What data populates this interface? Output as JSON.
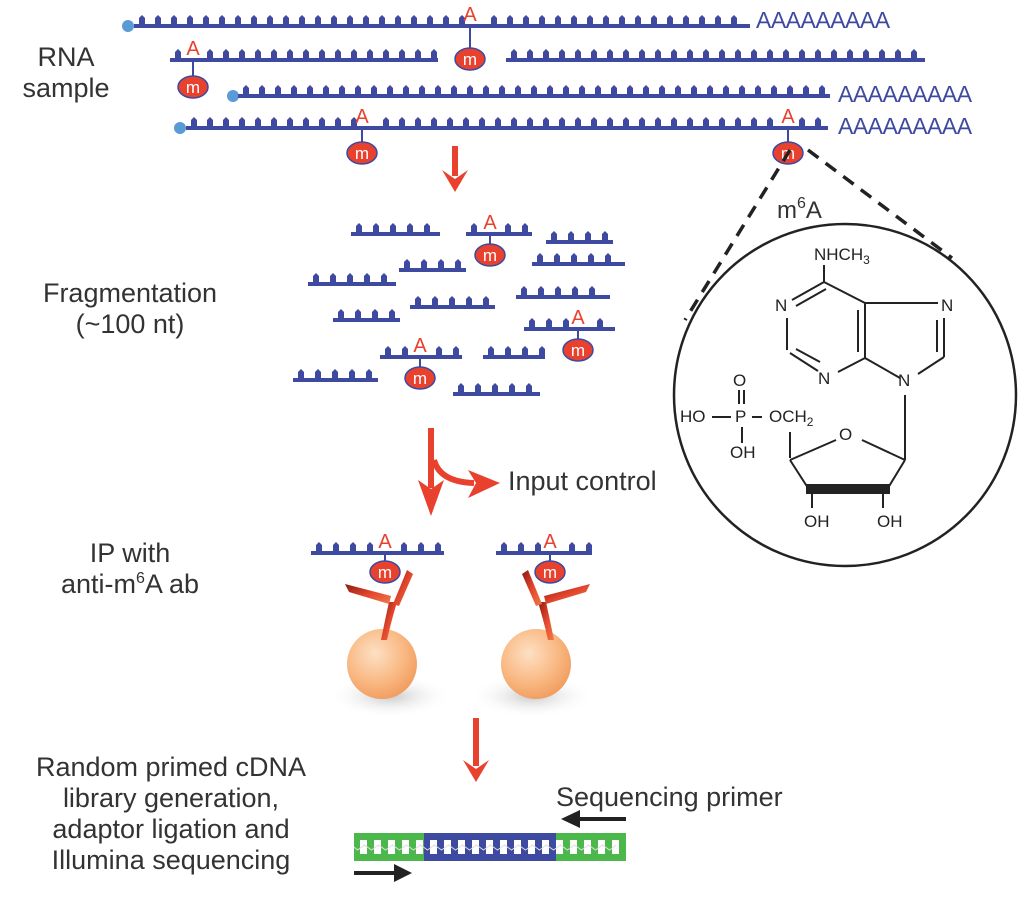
{
  "figure": {
    "title": "m6A-seq (MeRIP-seq) workflow",
    "colors": {
      "rna_strand": "#3d4aa0",
      "methyl_mark": "#e8412e",
      "cap_dot": "#5b9bd5",
      "arrow": "#e8412e",
      "adaptor": "#4cb84c",
      "insert": "#3d4aa0",
      "primer_arrow": "#222222",
      "text": "#333333",
      "bead": "#f7b07a"
    }
  },
  "steps": {
    "rna_sample": {
      "line1": "RNA",
      "line2": "sample"
    },
    "fragmentation": {
      "line1": "Fragmentation",
      "line2": "(~100 nt)"
    },
    "ip": {
      "line1": "IP with",
      "line2_pre": "anti-m",
      "line2_sup": "6",
      "line2_post": "A ab"
    },
    "library": {
      "line1": "Random primed cDNA",
      "line2": "library generation,",
      "line3": "adaptor ligation and",
      "line4": "Illumina sequencing"
    },
    "input_control": "Input control",
    "sequencing_primer": "Sequencing primer"
  },
  "rna": {
    "polya_tail": "AAAAAAAAA",
    "modified_base": "A",
    "methyl_label": "m"
  },
  "structure": {
    "title_pre": "m",
    "title_sup": "6",
    "title_post": "A",
    "nhch3": "NHCH",
    "nhch3_sub": "3",
    "n1": "N",
    "n3": "N",
    "n7": "N",
    "n9": "N",
    "phos_o": "O",
    "phos_p": "P",
    "phos_ho": "HO",
    "phos_oh": "OH",
    "och2": "OCH",
    "och2_sub": "2",
    "ring_o": "O",
    "oh2": "OH",
    "oh3": "OH"
  }
}
